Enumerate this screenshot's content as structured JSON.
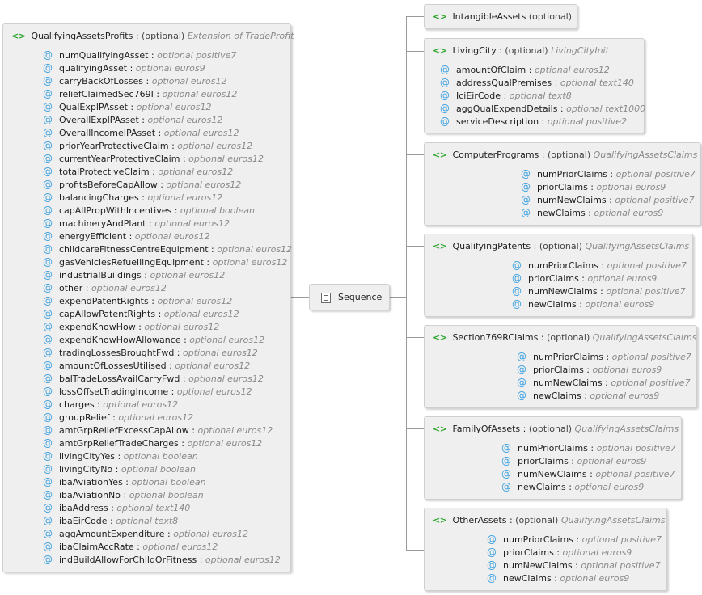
{
  "root": {
    "name": "QualifyingAssetsProfits",
    "optional": "(optional)",
    "extension": "Extension of TradeProfit",
    "attributes": [
      {
        "name": "numQualifyingAsset",
        "type": "optional positive7"
      },
      {
        "name": "qualifyingAsset",
        "type": "optional euros9"
      },
      {
        "name": "carryBackOfLosses",
        "type": "optional euros12"
      },
      {
        "name": "reliefClaimedSec769I",
        "type": "optional euros12"
      },
      {
        "name": "QualExplPAsset",
        "type": "optional euros12"
      },
      {
        "name": "OverallExplPAsset",
        "type": "optional euros12"
      },
      {
        "name": "OverallIncomeIPAsset",
        "type": "optional euros12"
      },
      {
        "name": "priorYearProtectiveClaim",
        "type": "optional euros12"
      },
      {
        "name": "currentYearProtectiveClaim",
        "type": "optional euros12"
      },
      {
        "name": "totalProtectiveClaim",
        "type": "optional euros12"
      },
      {
        "name": "profitsBeforeCapAllow",
        "type": "optional euros12"
      },
      {
        "name": "balancingCharges",
        "type": "optional euros12"
      },
      {
        "name": "capAllPropWithIncentives",
        "type": "optional boolean"
      },
      {
        "name": "machineryAndPlant",
        "type": "optional euros12"
      },
      {
        "name": "energyEfficient",
        "type": "optional euros12"
      },
      {
        "name": "childcareFitnessCentreEquipment",
        "type": "optional euros12"
      },
      {
        "name": "gasVehiclesRefuellingEquipment",
        "type": "optional euros12"
      },
      {
        "name": "industrialBuildings",
        "type": "optional euros12"
      },
      {
        "name": "other",
        "type": "optional euros12"
      },
      {
        "name": "expendPatentRights",
        "type": "optional euros12"
      },
      {
        "name": "capAllowPatentRights",
        "type": "optional euros12"
      },
      {
        "name": "expendKnowHow",
        "type": "optional euros12"
      },
      {
        "name": "expendKnowHowAllowance",
        "type": "optional euros12"
      },
      {
        "name": "tradingLossesBroughtFwd",
        "type": "optional euros12"
      },
      {
        "name": "amountOfLossesUtilised",
        "type": "optional euros12"
      },
      {
        "name": "balTradeLossAvailCarryFwd",
        "type": "optional euros12"
      },
      {
        "name": "lossOffsetTradingIncome",
        "type": "optional euros12"
      },
      {
        "name": "charges",
        "type": "optional euros12"
      },
      {
        "name": "groupRelief",
        "type": "optional euros12"
      },
      {
        "name": "amtGrpReliefExcessCapAllow",
        "type": "optional euros12"
      },
      {
        "name": "amtGrpReliefTradeCharges",
        "type": "optional euros12"
      },
      {
        "name": "livingCityYes",
        "type": "optional boolean"
      },
      {
        "name": "livingCityNo",
        "type": "optional boolean"
      },
      {
        "name": "ibaAviationYes",
        "type": "optional boolean"
      },
      {
        "name": "ibaAviationNo",
        "type": "optional boolean"
      },
      {
        "name": "ibaAddress",
        "type": "optional text140"
      },
      {
        "name": "ibaEirCode",
        "type": "optional text8"
      },
      {
        "name": "aggAmountExpenditure",
        "type": "optional euros12"
      },
      {
        "name": "ibaClaimAccRate",
        "type": "optional euros12"
      },
      {
        "name": "indBuildAllowForChildOrFitness",
        "type": "optional euros12"
      }
    ]
  },
  "sequence": {
    "label": "Sequence"
  },
  "children": [
    {
      "name": "IntangibleAssets",
      "optional": "(optional)",
      "extension": "",
      "attributes": []
    },
    {
      "name": "LivingCity",
      "optional": "(optional)",
      "extension": "LivingCityInit",
      "attributes": [
        {
          "name": "amountOfClaim",
          "type": "optional euros12"
        },
        {
          "name": "addressQualPremises",
          "type": "optional text140"
        },
        {
          "name": "IciEirCode",
          "type": "optional text8"
        },
        {
          "name": "aggQualExpendDetails",
          "type": "optional text1000"
        },
        {
          "name": "serviceDescription",
          "type": "optional positive2"
        }
      ]
    },
    {
      "name": "ComputerPrograms",
      "optional": "(optional)",
      "extension": "QualifyingAssetsClaims",
      "attributes": [
        {
          "name": "numPriorClaims",
          "type": "optional positive7"
        },
        {
          "name": "priorClaims",
          "type": "optional euros9"
        },
        {
          "name": "numNewClaims",
          "type": "optional positive7"
        },
        {
          "name": "newClaims",
          "type": "optional euros9"
        }
      ]
    },
    {
      "name": "QualifyingPatents",
      "optional": "(optional)",
      "extension": "QualifyingAssetsClaims",
      "attributes": [
        {
          "name": "numPriorClaims",
          "type": "optional positive7"
        },
        {
          "name": "priorClaims",
          "type": "optional euros9"
        },
        {
          "name": "numNewClaims",
          "type": "optional positive7"
        },
        {
          "name": "newClaims",
          "type": "optional euros9"
        }
      ]
    },
    {
      "name": "Section769RClaims",
      "optional": "(optional)",
      "extension": "QualifyingAssetsClaims",
      "attributes": [
        {
          "name": "numPriorClaims",
          "type": "optional positive7"
        },
        {
          "name": "priorClaims",
          "type": "optional euros9"
        },
        {
          "name": "numNewClaims",
          "type": "optional positive7"
        },
        {
          "name": "newClaims",
          "type": "optional euros9"
        }
      ]
    },
    {
      "name": "FamilyOfAssets",
      "optional": "(optional)",
      "extension": "QualifyingAssetsClaims",
      "attributes": [
        {
          "name": "numPriorClaims",
          "type": "optional positive7"
        },
        {
          "name": "priorClaims",
          "type": "optional euros9"
        },
        {
          "name": "numNewClaims",
          "type": "optional positive7"
        },
        {
          "name": "newClaims",
          "type": "optional euros9"
        }
      ]
    },
    {
      "name": "OtherAssets",
      "optional": "(optional)",
      "extension": "QualifyingAssetsClaims",
      "attributes": [
        {
          "name": "numPriorClaims",
          "type": "optional positive7"
        },
        {
          "name": "priorClaims",
          "type": "optional euros9"
        },
        {
          "name": "numNewClaims",
          "type": "optional positive7"
        },
        {
          "name": "newClaims",
          "type": "optional euros9"
        }
      ]
    }
  ],
  "icons": {
    "element": "element-tag-icon",
    "attribute": "attribute-at-icon",
    "sequence": "sequence-icon"
  },
  "colors": {
    "tag": "#2aa52a",
    "attribute_icon": "#3aa0e0",
    "type_text": "#8a8a8a",
    "box_bg": "#efefef"
  }
}
